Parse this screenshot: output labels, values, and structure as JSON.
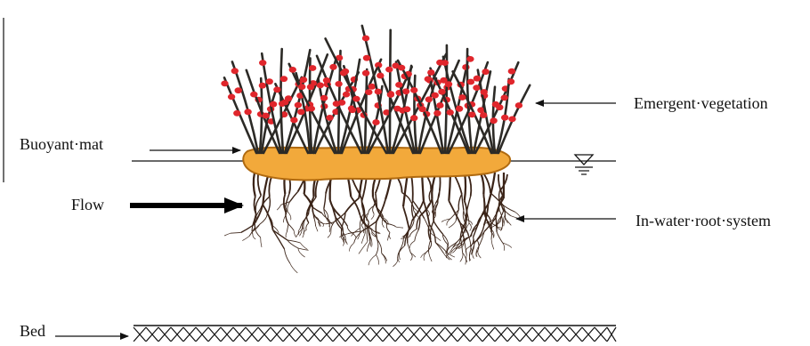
{
  "labels": {
    "buoyant_mat": "Buoyant·mat",
    "flow": "Flow",
    "bed": "Bed",
    "emergent_vegetation": "Emergent·vegetation",
    "root_system": "In-water·root·system"
  },
  "icons": [
    "water-level-symbol-icon",
    "arrow-icon"
  ],
  "colors": {
    "mat_fill": "#f2a93b",
    "mat_edge": "#b06a10",
    "flower": "#e0262c",
    "stem": "#2c2a26",
    "root": "#3b2418",
    "line": "#111111"
  }
}
